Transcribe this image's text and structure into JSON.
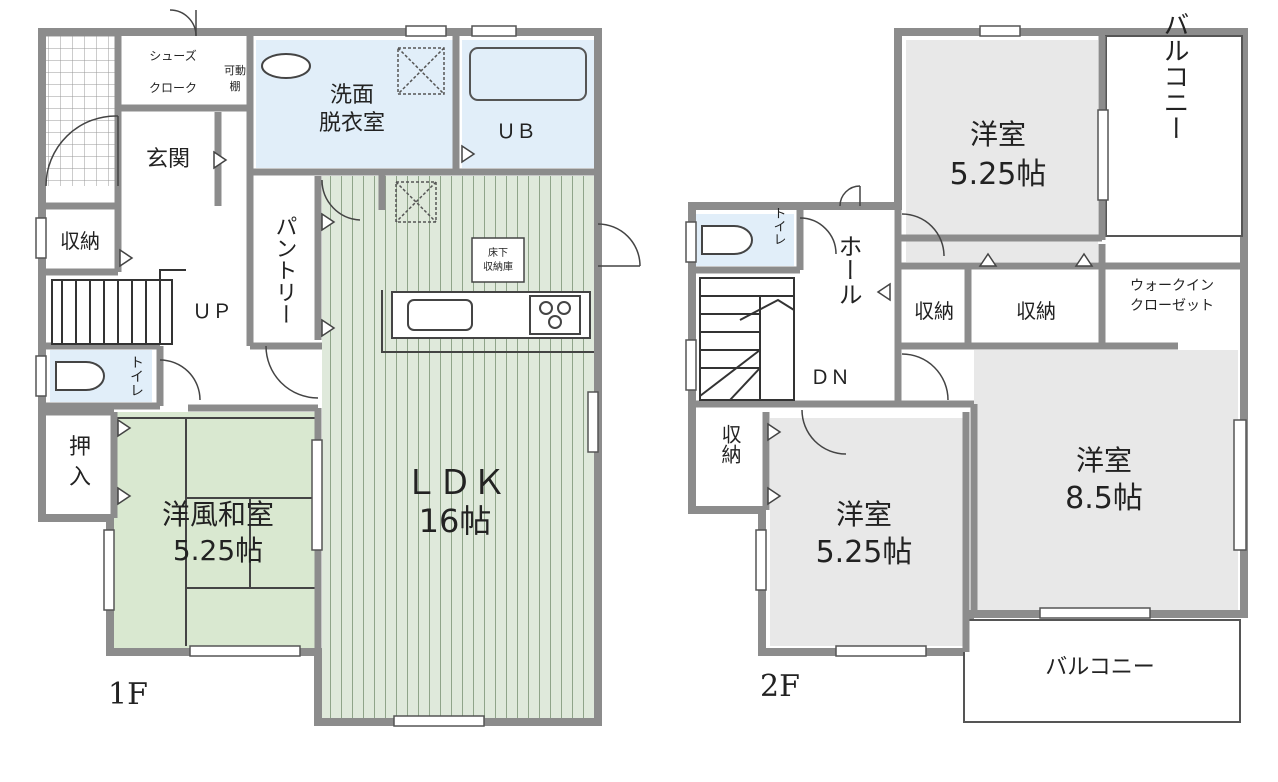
{
  "floor_1": {
    "label": "1F",
    "rooms": {
      "shoes_closet": [
        "シューズ",
        "クローク"
      ],
      "movable_shelf": [
        "可動",
        "棚"
      ],
      "washroom": [
        "洗面",
        "脱衣室"
      ],
      "bath": "ＵＢ",
      "entrance": "玄関",
      "storage": "収納",
      "pantry": "パントリー",
      "stairs": "ＵＰ",
      "toilet": "トイレ",
      "closet": [
        "押",
        "入"
      ],
      "underfloor": [
        "床下",
        "収納庫"
      ],
      "japanese_room": [
        "洋風和室",
        "5.25帖"
      ],
      "ldk": [
        "ＬＤＫ",
        "16帖"
      ]
    }
  },
  "floor_2": {
    "label": "2F",
    "rooms": {
      "western_nw": [
        "洋室",
        "5.25帖"
      ],
      "balcony_ne": "バルコニー",
      "toilet": "トイレ",
      "hall": "ホール",
      "stairs": "ＤＮ",
      "storage_a": "収納",
      "storage_b": "収納",
      "storage_c": "収納",
      "walkin": [
        "ウォークイン",
        "クローゼット"
      ],
      "western_main": [
        "洋室",
        "8.5帖"
      ],
      "western_sw": [
        "洋室",
        "5.25帖"
      ],
      "balcony_s": "バルコニー"
    }
  },
  "colors": {
    "wall": "#8c8c8c",
    "washroom_fill": "#e1eef9",
    "ldk_fill": "#dfe9db",
    "ldk_stripe": "#9db095",
    "tatami_fill": "#d9e8d0",
    "room_2f_fill": "#e8e8e8"
  }
}
